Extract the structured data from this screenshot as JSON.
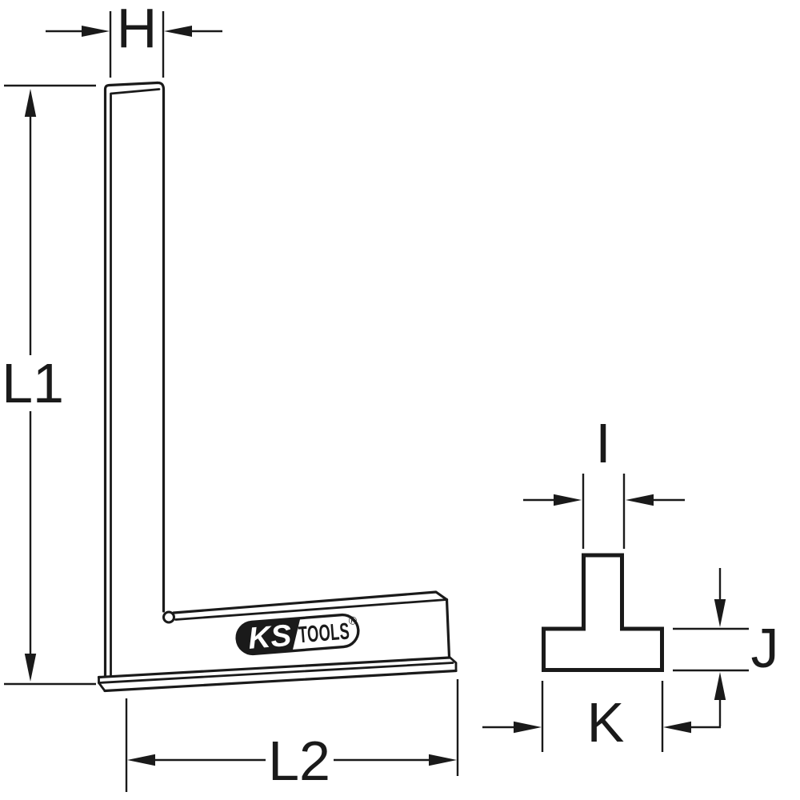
{
  "diagram": {
    "background_color": "#ffffff",
    "line_color": "#1a1a1a",
    "front_view": {
      "dimension_labels": {
        "blade_width": "H",
        "blade_length": "L1",
        "base_length": "L2"
      },
      "logo": {
        "ks": "KS",
        "tools": "TOOLS",
        "registered_mark": "®"
      }
    },
    "side_profile": {
      "dimension_labels": {
        "blade_thickness": "I",
        "base_height": "J",
        "base_width": "K"
      }
    }
  }
}
